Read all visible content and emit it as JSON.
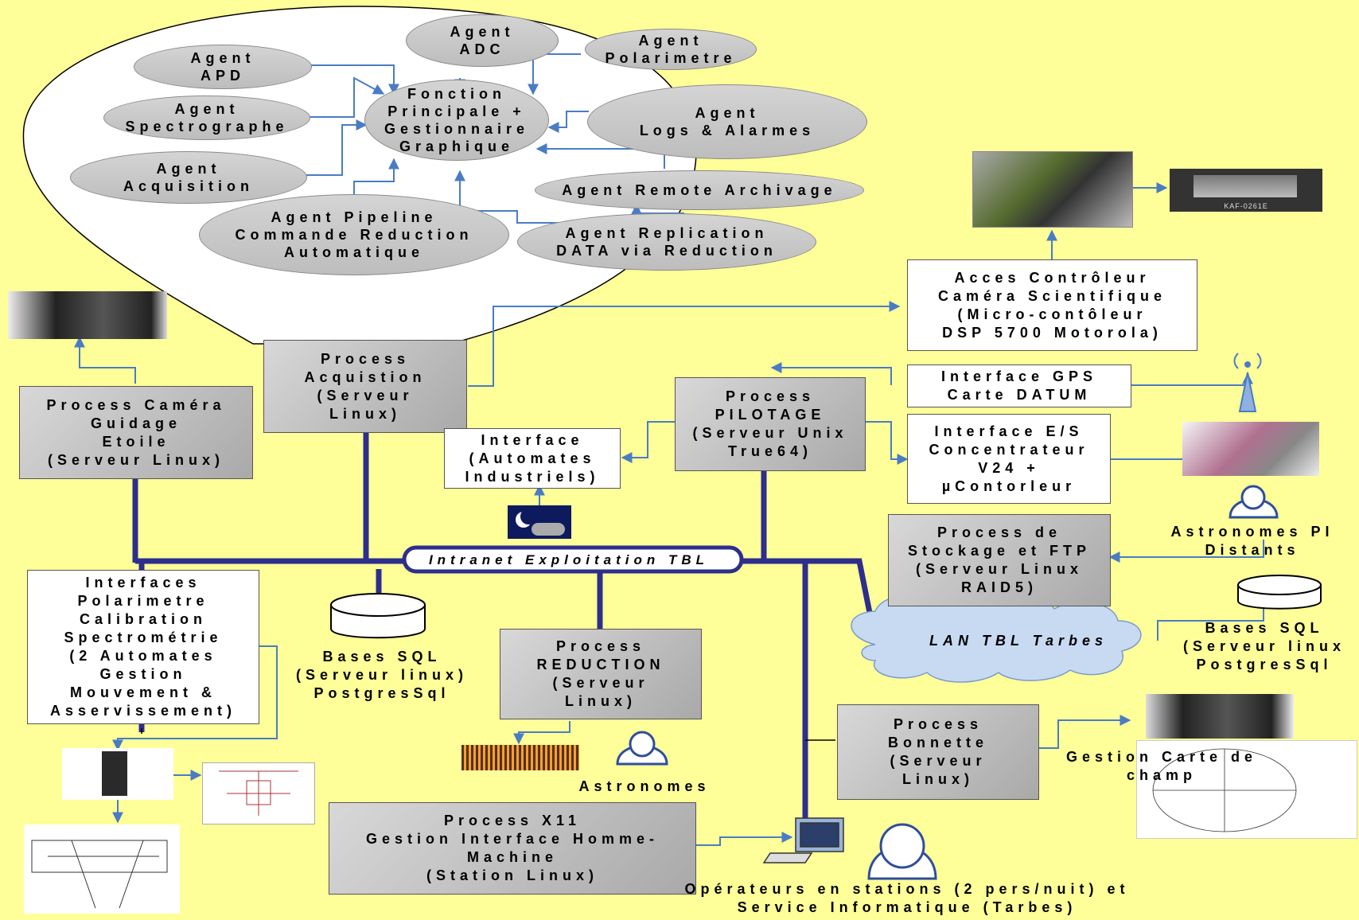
{
  "bus": {
    "label": "Intranet Exploitation TBL"
  },
  "cloud": {
    "label": "LAN TBL Tarbes"
  },
  "agents": {
    "fonction": "Fonction\nPrincipale +\nGestionnaire\nGraphique",
    "apd": "Agent\nAPD",
    "adc": "Agent\nADC",
    "polarimetre": "Agent\nPolarimetre",
    "spectrographe": "Agent\nSpectrographe",
    "logs": "Agent\nLogs & Alarmes",
    "acquisition": "Agent\nAcquisition",
    "remote_archivage": "Agent Remote Archivage",
    "pipeline": "Agent Pipeline\nCommande Reduction\nAutomatique",
    "replication": "Agent Replication\nDATA via Reduction"
  },
  "boxes": {
    "guidage": "Process Caméra\nGuidage\nEtoile\n(Serveur Linux)",
    "acquisition": "Process\nAcquistion\n(Serveur\nLinux)",
    "acces_controleur": "Acces Contrôleur\nCaméra Scientifique\n(Micro-contôleur\nDSP 5700 Motorola)",
    "gps": "Interface GPS\nCarte DATUM",
    "pilotage": "Process\nPILOTAGE\n(Serveur Unix\nTrue64)",
    "automates": "Interface\n(Automates\nIndustriels)",
    "es": "Interface E/S\nConcentrateur\nV24 +\nµContorleur",
    "stockage": "Process de\nStockage et FTP\n(Serveur Linux\nRAID5)",
    "polarimetre": "Interfaces\nPolarimetre\nCalibration\nSpectrométrie\n(2 Automates\nGestion\nMouvement &\nAsservissement)",
    "reduction": "Process\nREDUCTION\n(Serveur\nLinux)",
    "bonnette": "Process\nBonnette\n(Serveur\nLinux)",
    "x11": "Process X11\nGestion Interface Homme-\nMachine\n(Station Linux)"
  },
  "labels": {
    "bases_sql_1": "Bases SQL\n(Serveur linux)\nPostgresSql",
    "bases_sql_2": "Bases SQL\n(Serveur linux\nPostgresSql",
    "astronomes_pi": "Astronomes PI\nDistants",
    "astronomes": "Astronomes",
    "gestion_carte": "Gestion Carte de\nchamp",
    "operateurs": "Opérateurs en  stations (2 pers/nuit) et\nService Informatique (Tarbes)",
    "kaf": "KAF-0261E"
  },
  "colors": {
    "background": "#ffff99",
    "link": "#4a7cc4",
    "bus": "#2e2e8c"
  }
}
